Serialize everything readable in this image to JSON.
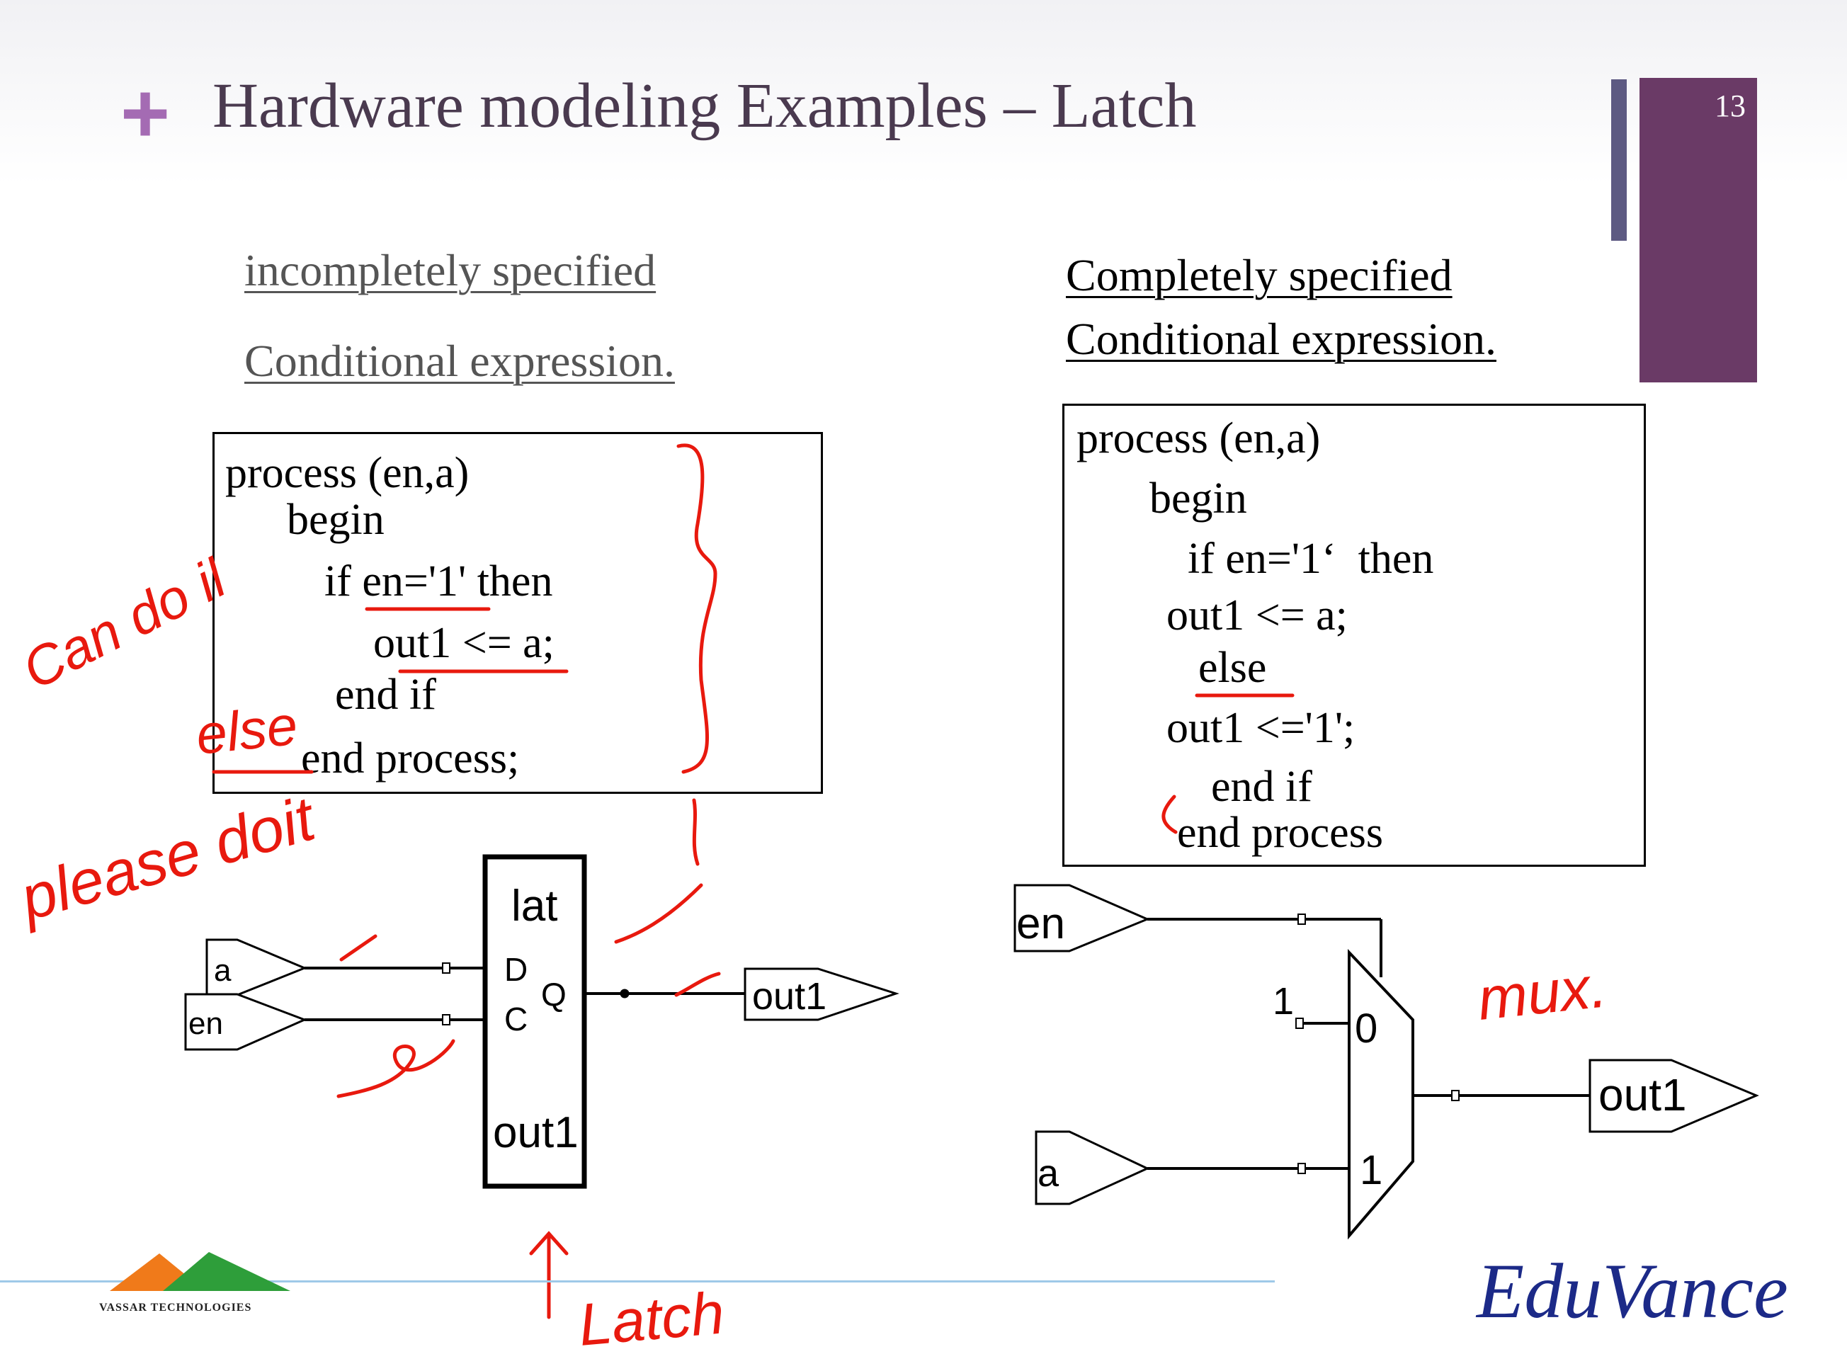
{
  "slide": {
    "title": "Hardware modeling Examples – Latch",
    "number": "13",
    "plus_glyph": "+"
  },
  "left": {
    "heading_line1": "incompletely specified",
    "heading_line2": "Conditional expression.",
    "code": [
      "process (en,a)",
      "begin",
      "if en='1' then",
      "out1 <= a;",
      "end if",
      "end process;"
    ],
    "schematic": {
      "input_a": "a",
      "input_en": "en",
      "block_name": "lat",
      "pin_d": "D",
      "pin_c": "C",
      "pin_q": "Q",
      "block_out": "out1",
      "output": "out1"
    }
  },
  "right": {
    "heading_line1": "Completely  specified",
    "heading_line2": "Conditional expression.",
    "code": [
      "process (en,a)",
      "begin",
      "if en='1‘  then",
      "out1 <= a;",
      "else",
      "out1 <='1';",
      "end if",
      "end process"
    ],
    "schematic": {
      "input_en": "en",
      "const_one": "1",
      "mux_in0": "0",
      "mux_in1": "1",
      "input_a": "a",
      "output": "out1"
    }
  },
  "annotations": {
    "can_do_it": "Can do il",
    "else_note": "else",
    "please_do_it": "please doit",
    "latch_note": "Latch",
    "mux_note": "mux."
  },
  "footer": {
    "logo_text": "VASSAR TECHNOLOGIES",
    "brand": "EduVance"
  },
  "colors": {
    "title": "#4a3a4f",
    "accent_bar": "#6a3a66",
    "thin_bar": "#5d5a82",
    "plus": "#a46bb3",
    "ink": "#e8190e",
    "footer_line": "#9ec9e8",
    "brand": "#1c2a88"
  }
}
